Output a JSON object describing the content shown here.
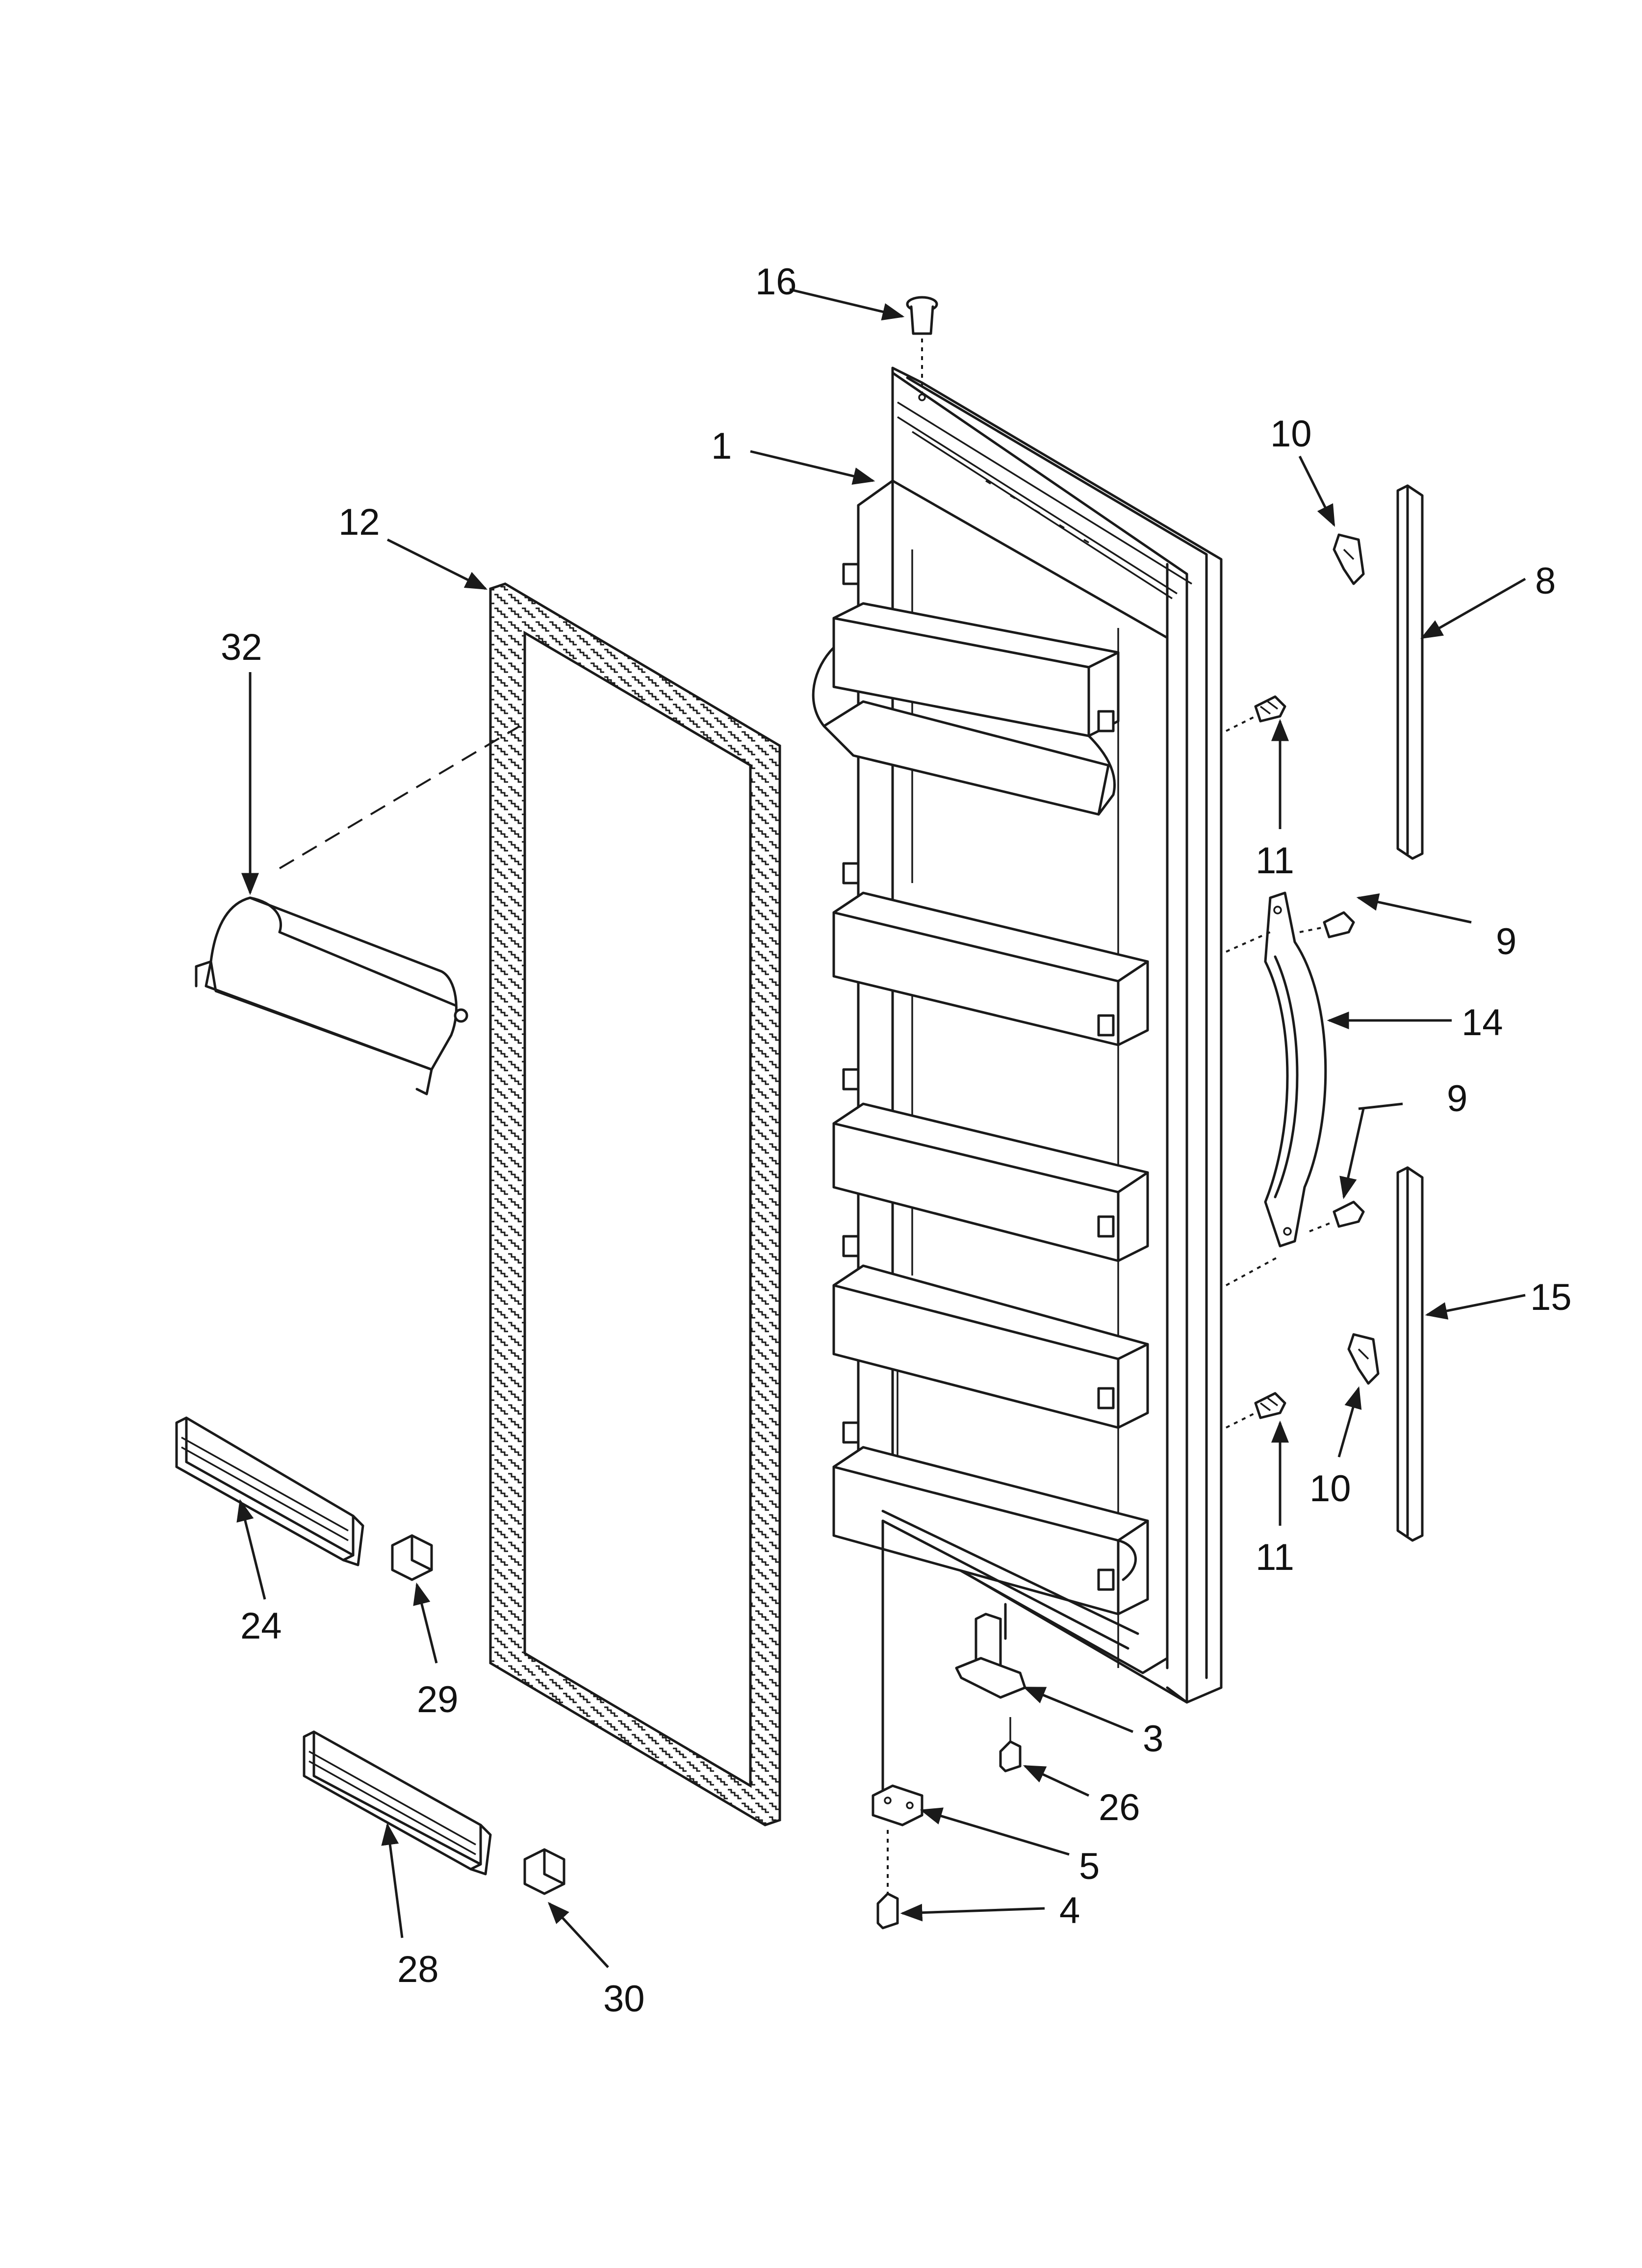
{
  "callouts": {
    "p1": "1",
    "p3": "3",
    "p4": "4",
    "p5": "5",
    "p8": "8",
    "p9a": "9",
    "p9b": "9",
    "p10a": "10",
    "p10b": "10",
    "p11a": "11",
    "p11b": "11",
    "p12": "12",
    "p14": "14",
    "p15": "15",
    "p16": "16",
    "p24": "24",
    "p26": "26",
    "p28": "28",
    "p29": "29",
    "p30": "30",
    "p32": "32"
  },
  "colors": {
    "line": "#1a1a1a",
    "background": "#ffffff"
  }
}
